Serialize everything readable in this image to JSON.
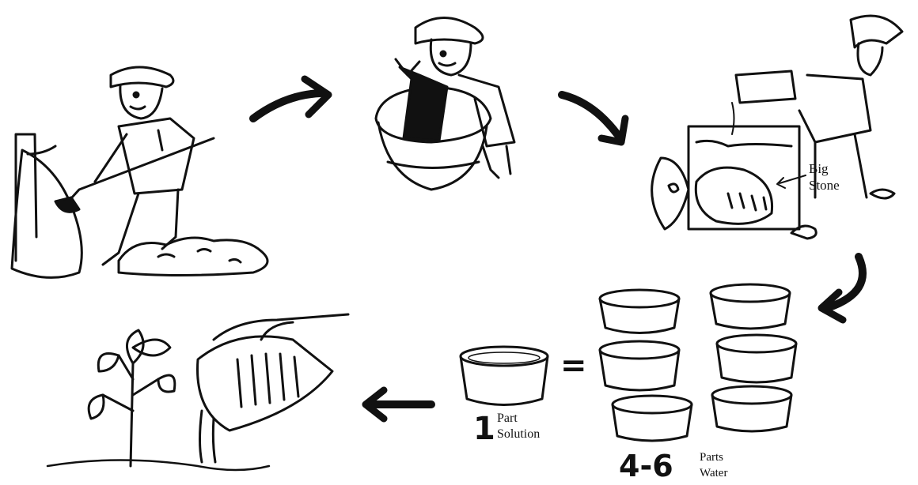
{
  "labels": {
    "big_stone": [
      "Big",
      "Stone"
    ],
    "one": "1",
    "part": "Part",
    "solution": "Solution",
    "four_six": "4-6",
    "parts": "Parts",
    "water": "Water",
    "equals": "="
  },
  "steps": [
    {
      "name": "collect-manure"
    },
    {
      "name": "fill-sack"
    },
    {
      "name": "soak-in-drum"
    },
    {
      "name": "dilute-solution"
    },
    {
      "name": "apply-to-plant"
    }
  ]
}
